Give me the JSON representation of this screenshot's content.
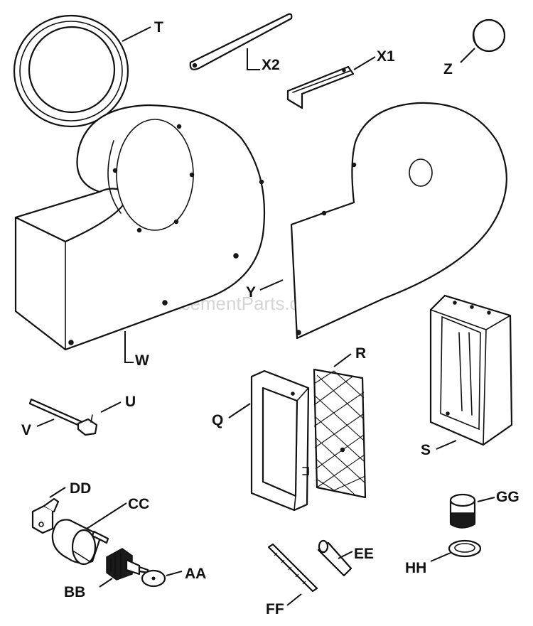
{
  "watermark": "eReplacementParts.com",
  "labels": {
    "T": "T",
    "X2": "X2",
    "X1": "X1",
    "Z": "Z",
    "W": "W",
    "Y": "Y",
    "R": "R",
    "U": "U",
    "V": "V",
    "Q": "Q",
    "S": "S",
    "DD": "DD",
    "CC": "CC",
    "GG": "GG",
    "EE": "EE",
    "HH": "HH",
    "AA": "AA",
    "BB": "BB",
    "FF": "FF"
  }
}
